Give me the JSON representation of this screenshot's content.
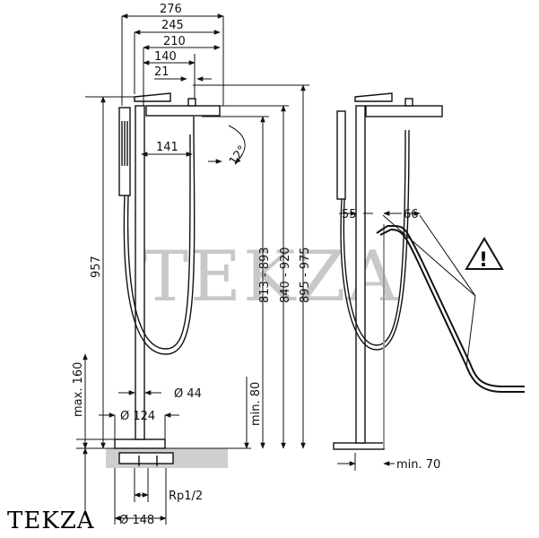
{
  "watermark": "TEKZA",
  "brand": "TEKZA",
  "warning_symbol": "!",
  "dims": {
    "w276": "276",
    "w245": "245",
    "w210": "210",
    "w140": "140",
    "w21": "21",
    "w141": "141",
    "angle": "12°",
    "h957": "957",
    "hmax160": "max. 160",
    "hmin80": "min. 80",
    "h813": "813 - 893",
    "h840": "840 - 920",
    "h895": "895 - 975",
    "d44": "Ø 44",
    "d124": "Ø 124",
    "d148": "Ø 148",
    "rp": "Rp1/2",
    "s55": "55",
    "s66": "66",
    "min70": "min. 70"
  },
  "colors": {
    "line": "#111111",
    "floor": "#cccccc",
    "watermark": "#c8c8c8"
  }
}
